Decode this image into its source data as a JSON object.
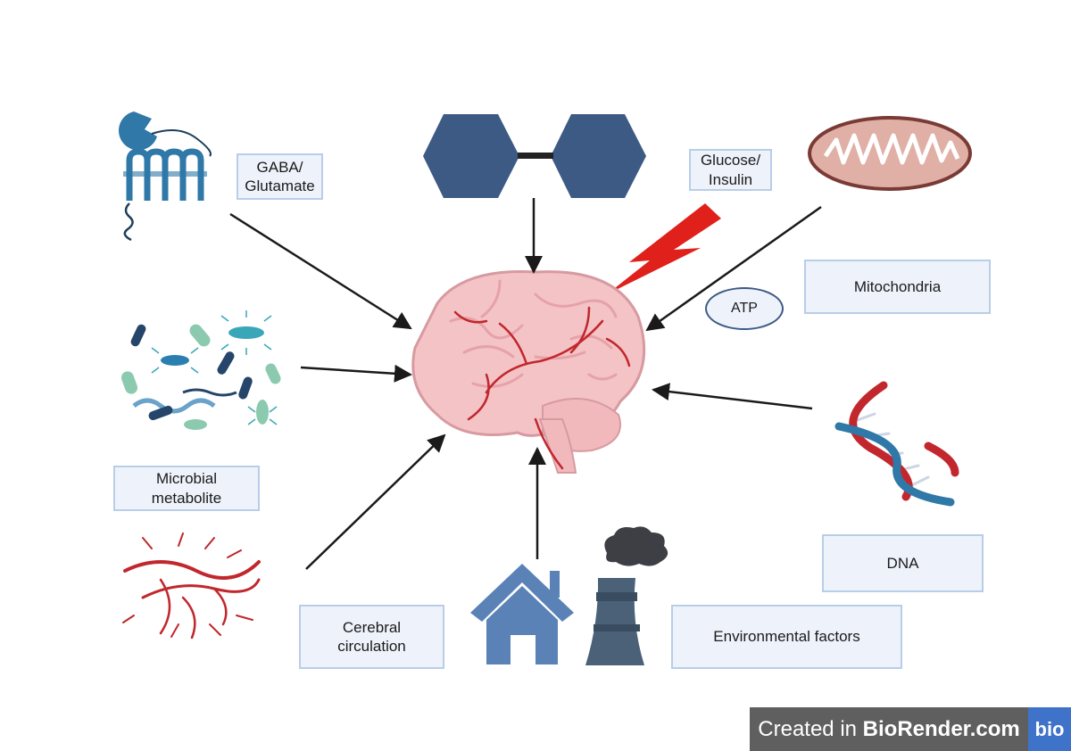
{
  "labels": {
    "gaba": "GABA/\nGlutamate",
    "glucose": "Glucose/\nInsulin",
    "mitochondria": "Mitochondria",
    "atp": "ATP",
    "microbial": "Microbial\nmetabolite",
    "dna": "DNA",
    "cerebral": "Cerebral\ncirculation",
    "environmental": "Environmental factors"
  },
  "badge": {
    "prefix": "Created in ",
    "brand": "BioRender.com",
    "logo": "bio"
  },
  "icons": [
    "gpcr-receptor-icon",
    "glucose-insulin-molecule-icon",
    "mitochondria-icon",
    "bacteria-cluster-icon",
    "blood-vessels-icon",
    "house-icon",
    "factory-icon",
    "dna-helix-icon",
    "lightning-icon",
    "brain-icon"
  ],
  "colors": {
    "box_fill": "#eef3fb",
    "box_border": "#b9cde8",
    "arrow": "#1a1a1a",
    "brain": "#f4c3c6",
    "vessels": "#c1272d",
    "lightning": "#e0201b",
    "molecule": "#3d5a85",
    "receptor": "#2f78a8"
  }
}
